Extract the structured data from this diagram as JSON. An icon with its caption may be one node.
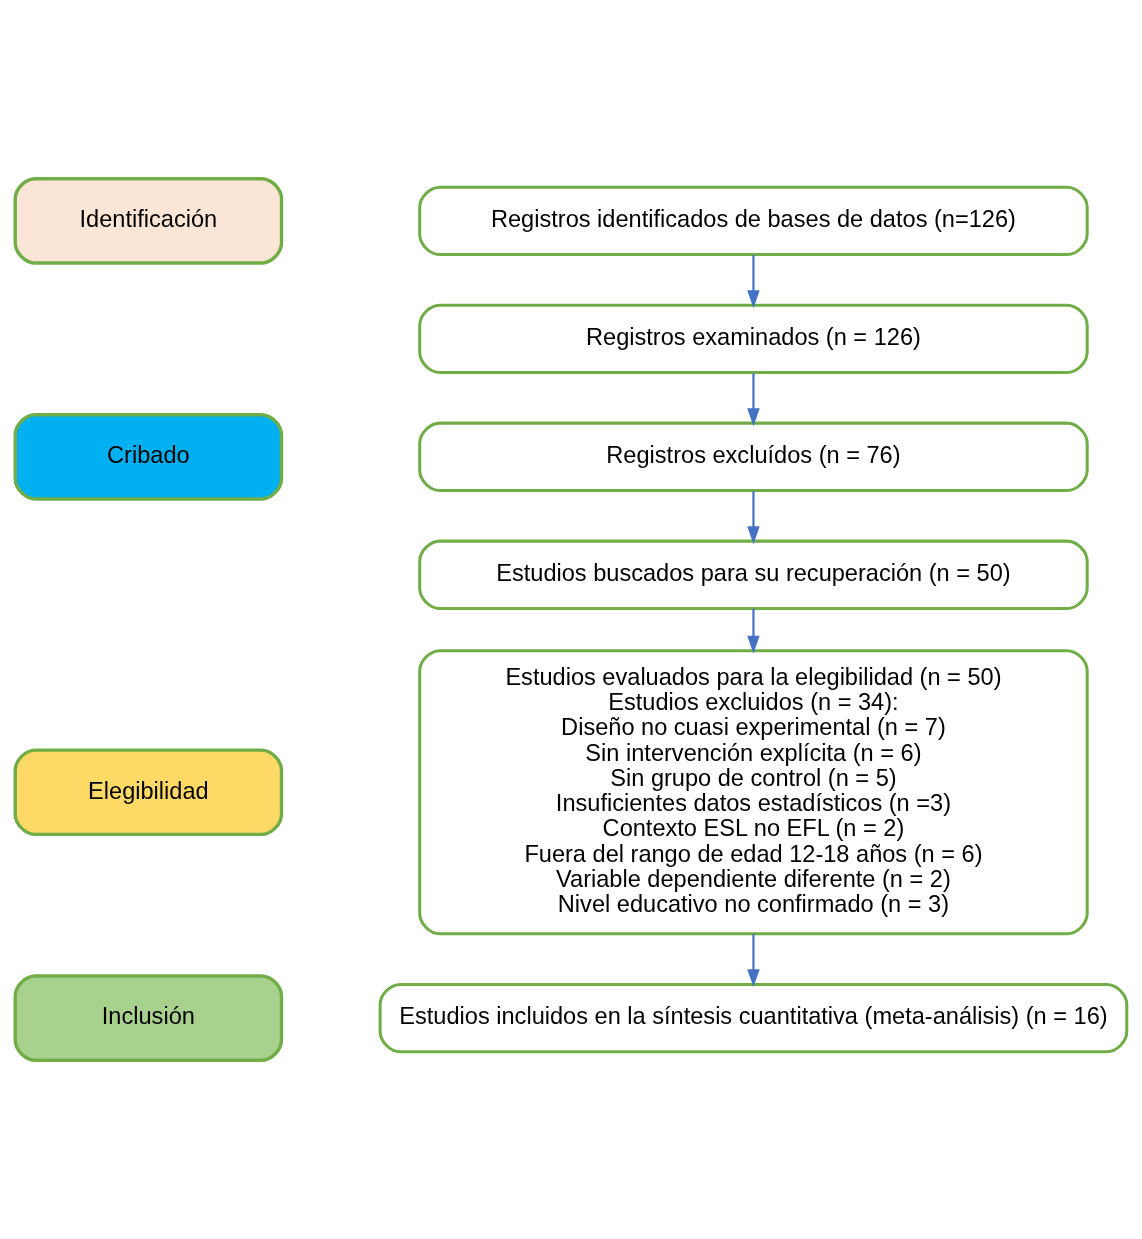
{
  "diagram": {
    "nodes": [
      {
        "text": [
          "Identificación"
        ]
      },
      {
        "text": [
          "Registros identificados de bases de datos (n=126)"
        ]
      },
      {
        "text": [
          "Registros examinados (n = 126)"
        ]
      },
      {
        "text": [
          "Cribado"
        ]
      },
      {
        "text": [
          "Registros excluídos (n = 76)"
        ]
      },
      {
        "text": [
          "Estudios buscados para su recuperación (n = 50)"
        ]
      },
      {
        "text": [
          "Elegibilidad"
        ]
      },
      {
        "text": [
          "Estudios evaluados para la elegibilidad (n = 50)",
          "Estudios excluidos (n = 34):",
          "Diseño no cuasi experimental (n = 7)",
          "Sin intervención explícita (n = 6)",
          "Sin grupo de control (n = 5)",
          "Insuficientes datos estadísticos (n =3)",
          "Contexto ESL no EFL (n = 2)",
          "Fuera del rango de edad 12-18 años (n = 6)",
          "Variable dependiente diferente (n = 2)",
          "Nivel educativo no confirmado (n = 3)"
        ]
      },
      {
        "text": [
          "Inclusión"
        ]
      },
      {
        "text": [
          "Estudios incluidos en la síntesis cuantitativa (meta-análisis) (n = 16)"
        ]
      }
    ],
    "edges": [
      {
        "from": 1,
        "to": 2,
        "arrow": "to"
      },
      {
        "from": 2,
        "to": 4,
        "arrow": "to"
      },
      {
        "from": 4,
        "to": 5,
        "arrow": "to"
      },
      {
        "from": 5,
        "to": 7,
        "arrow": "to"
      },
      {
        "from": 7,
        "to": 9,
        "arrow": "to"
      }
    ]
  }
}
